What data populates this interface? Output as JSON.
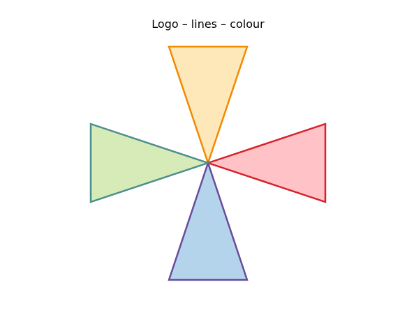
{
  "title": "Logo – lines – colour",
  "triangles": [
    {
      "name": "top-triangle",
      "pointing": "up",
      "fill": "#fee8b9",
      "stroke": "#f08a00"
    },
    {
      "name": "right-triangle",
      "pointing": "right",
      "fill": "#ffc3c7",
      "stroke": "#d8222a"
    },
    {
      "name": "bottom-triangle",
      "pointing": "down",
      "fill": "#b3d4eb",
      "stroke": "#6a4b9b"
    },
    {
      "name": "left-triangle",
      "pointing": "left",
      "fill": "#d7ebb9",
      "stroke": "#4b8e8e"
    }
  ]
}
